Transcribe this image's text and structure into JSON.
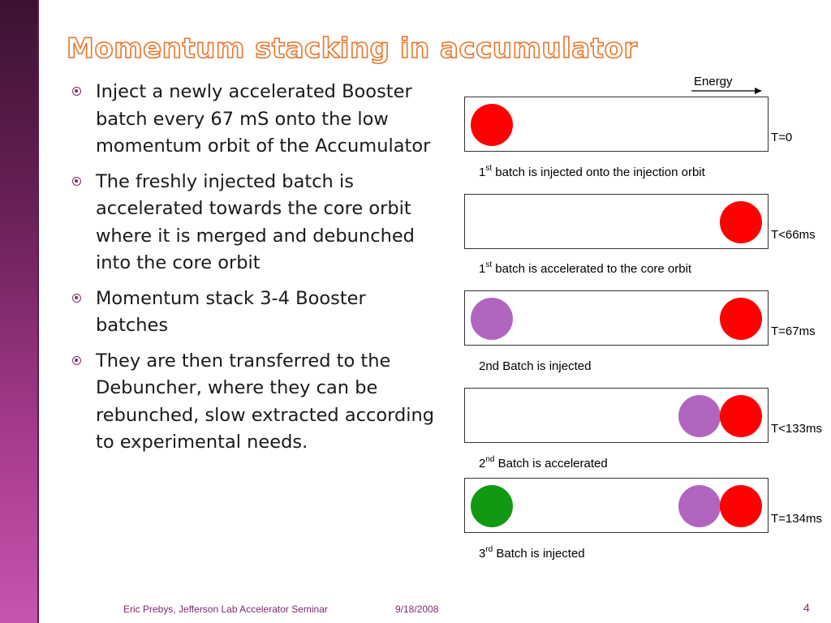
{
  "slide": {
    "title": "Momentum stacking in accumulator",
    "bullets": [
      "Inject a newly accelerated Booster batch every 67 mS onto the low momentum orbit of the Accumulator",
      "The freshly injected batch is accelerated towards the core orbit where it is merged and debunched into the core orbit",
      "Momentum stack 3-4 Booster batches",
      "They are then transferred to the Debuncher, where they can be rebunched, slow extracted according to experimental needs."
    ]
  },
  "diagram": {
    "energy_label": "Energy",
    "colors": {
      "red": "#ff0000",
      "purple": "#b066bf",
      "green": "#119911"
    },
    "steps": [
      {
        "time": "T=0",
        "caption": {
          "pre": "1",
          "sup": "st",
          "post": " batch is injected onto the injection orbit"
        }
      },
      {
        "time": "T<66ms",
        "caption": {
          "pre": "1",
          "sup": "st",
          "post": " batch is accelerated to the core orbit"
        }
      },
      {
        "time": "T=67ms",
        "caption": {
          "pre": "2nd Batch is injected",
          "sup": "",
          "post": ""
        }
      },
      {
        "time": "T<133ms",
        "caption": {
          "pre": "2",
          "sup": "nd",
          "post": " Batch is accelerated"
        }
      },
      {
        "time": "T=134ms",
        "caption": {
          "pre": "3",
          "sup": "rd",
          "post": " Batch is injected"
        }
      }
    ]
  },
  "footer": {
    "author": "Eric Prebys, Jefferson Lab Accelerator Seminar",
    "date": "9/18/2008",
    "page": "4"
  }
}
